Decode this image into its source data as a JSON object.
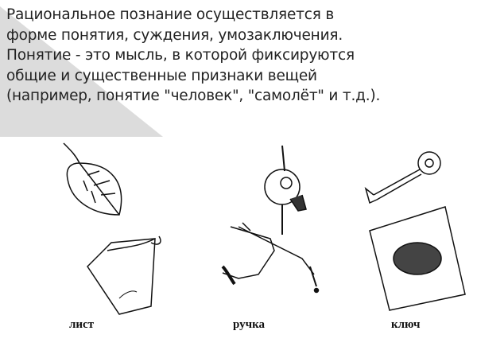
{
  "slide": {
    "lines": [
      "Рациональное познание осуществляется в",
      "форме понятия, суждения, умозаключения.",
      "Понятие - это мысль, в которой фиксируются",
      "общие и существенные признаки вещей",
      "(например, понятие \"человек\", \"самолёт\" и т.д.)."
    ],
    "labels": [
      "лист",
      "ручка",
      "ключ"
    ],
    "accent_gray": "#dcdcdc"
  }
}
